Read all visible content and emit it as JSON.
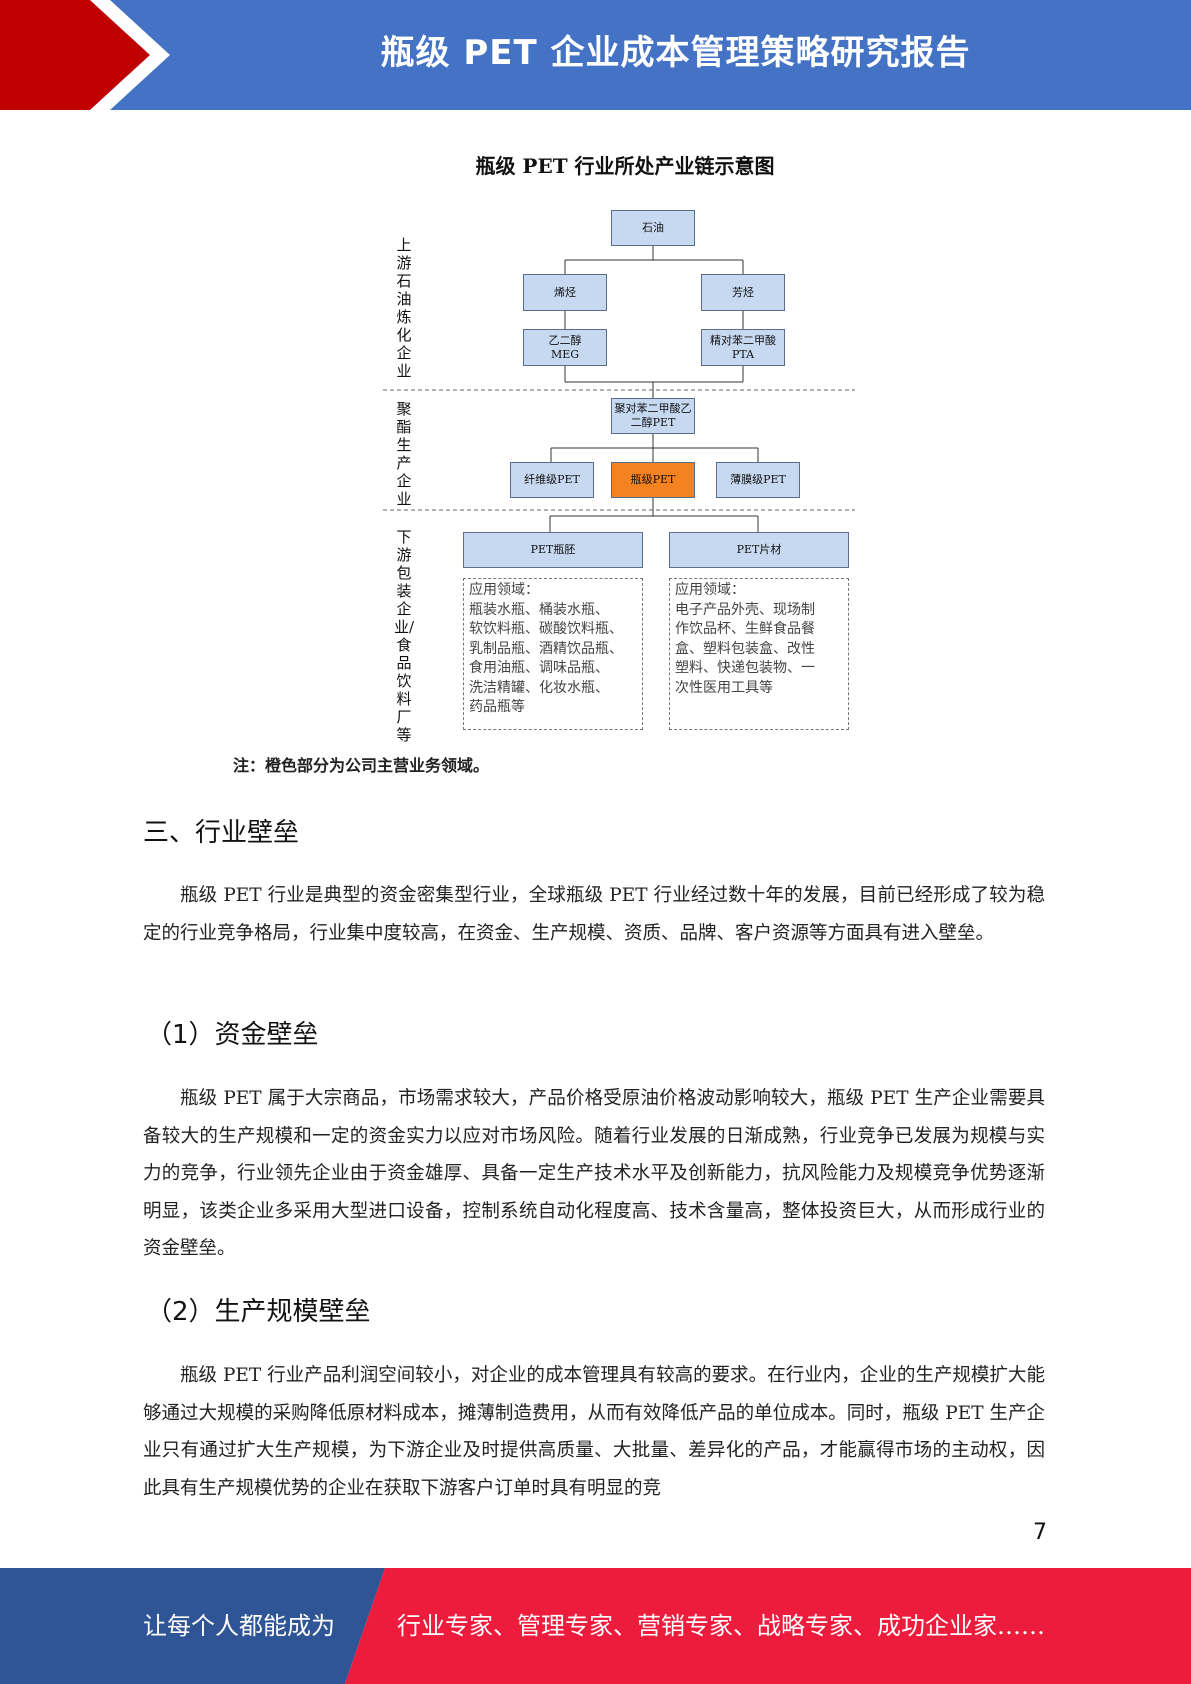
{
  "header": {
    "title": "瓶级 PET 企业成本管理策略研究报告"
  },
  "figure": {
    "title": "瓶级 PET 行业所处产业链示意图",
    "side_labels": {
      "upstream": "上游石油炼化企业",
      "polyester": "聚酯生产企业",
      "downstream": "下游包装企业/食品饮料厂等"
    },
    "nodes": {
      "oil": "石油",
      "olefin": "烯烃",
      "aromatic": "芳烃",
      "meg": "乙二醇\nMEG",
      "pta": "精对苯二甲酸\nPTA",
      "pet": "聚对苯二甲酸乙二醇PET",
      "fiber_pet": "纤维级PET",
      "bottle_pet": "瓶级PET",
      "film_pet": "薄膜级PET",
      "preform": "PET瓶胚",
      "sheet": "PET片材"
    },
    "applications": {
      "preform": "应用领域：\n瓶装水瓶、桶装水瓶、\n软饮料瓶、碳酸饮料瓶、\n乳制品瓶、酒精饮品瓶、\n食用油瓶、调味品瓶、\n洗洁精罐、化妆水瓶、\n药品瓶等",
      "sheet": "应用领域：\n电子产品外壳、现场制\n作饮品杯、生鲜食品餐\n盒、塑料包装盒、改性\n塑料、快递包装物、一\n次性医用工具等"
    },
    "highlight_color": "#f58220",
    "note": "注：橙色部分为公司主营业务领域。"
  },
  "sections": {
    "s3_title": "三、行业壁垒",
    "s3_para": "瓶级 PET 行业是典型的资金密集型行业，全球瓶级 PET 行业经过数十年的发展，目前已经形成了较为稳定的行业竞争格局，行业集中度较高，在资金、生产规模、资质、品牌、客户资源等方面具有进入壁垒。",
    "s3_1_title": "（1）资金壁垒",
    "s3_1_para": "瓶级 PET 属于大宗商品，市场需求较大，产品价格受原油价格波动影响较大，瓶级 PET 生产企业需要具备较大的生产规模和一定的资金实力以应对市场风险。随着行业发展的日渐成熟，行业竞争已发展为规模与实力的竞争，行业领先企业由于资金雄厚、具备一定生产技术水平及创新能力，抗风险能力及规模竞争优势逐渐明显，该类企业多采用大型进口设备，控制系统自动化程度高、技术含量高，整体投资巨大，从而形成行业的资金壁垒。",
    "s3_2_title": "（2）生产规模壁垒",
    "s3_2_para": "瓶级 PET 行业产品利润空间较小，对企业的成本管理具有较高的要求。在行业内，企业的生产规模扩大能够通过大规模的采购降低原材料成本，摊薄制造费用，从而有效降低产品的单位成本。同时，瓶级 PET 生产企业只有通过扩大生产规模，为下游企业及时提供高质量、大批量、差异化的产品，才能赢得市场的主动权，因此具有生产规模优势的企业在获取下游客户订单时具有明显的竞"
  },
  "page_number": "7",
  "footer": {
    "left": "让每个人都能成为",
    "right": "行业专家、管理专家、营销专家、战略专家、成功企业家……"
  }
}
